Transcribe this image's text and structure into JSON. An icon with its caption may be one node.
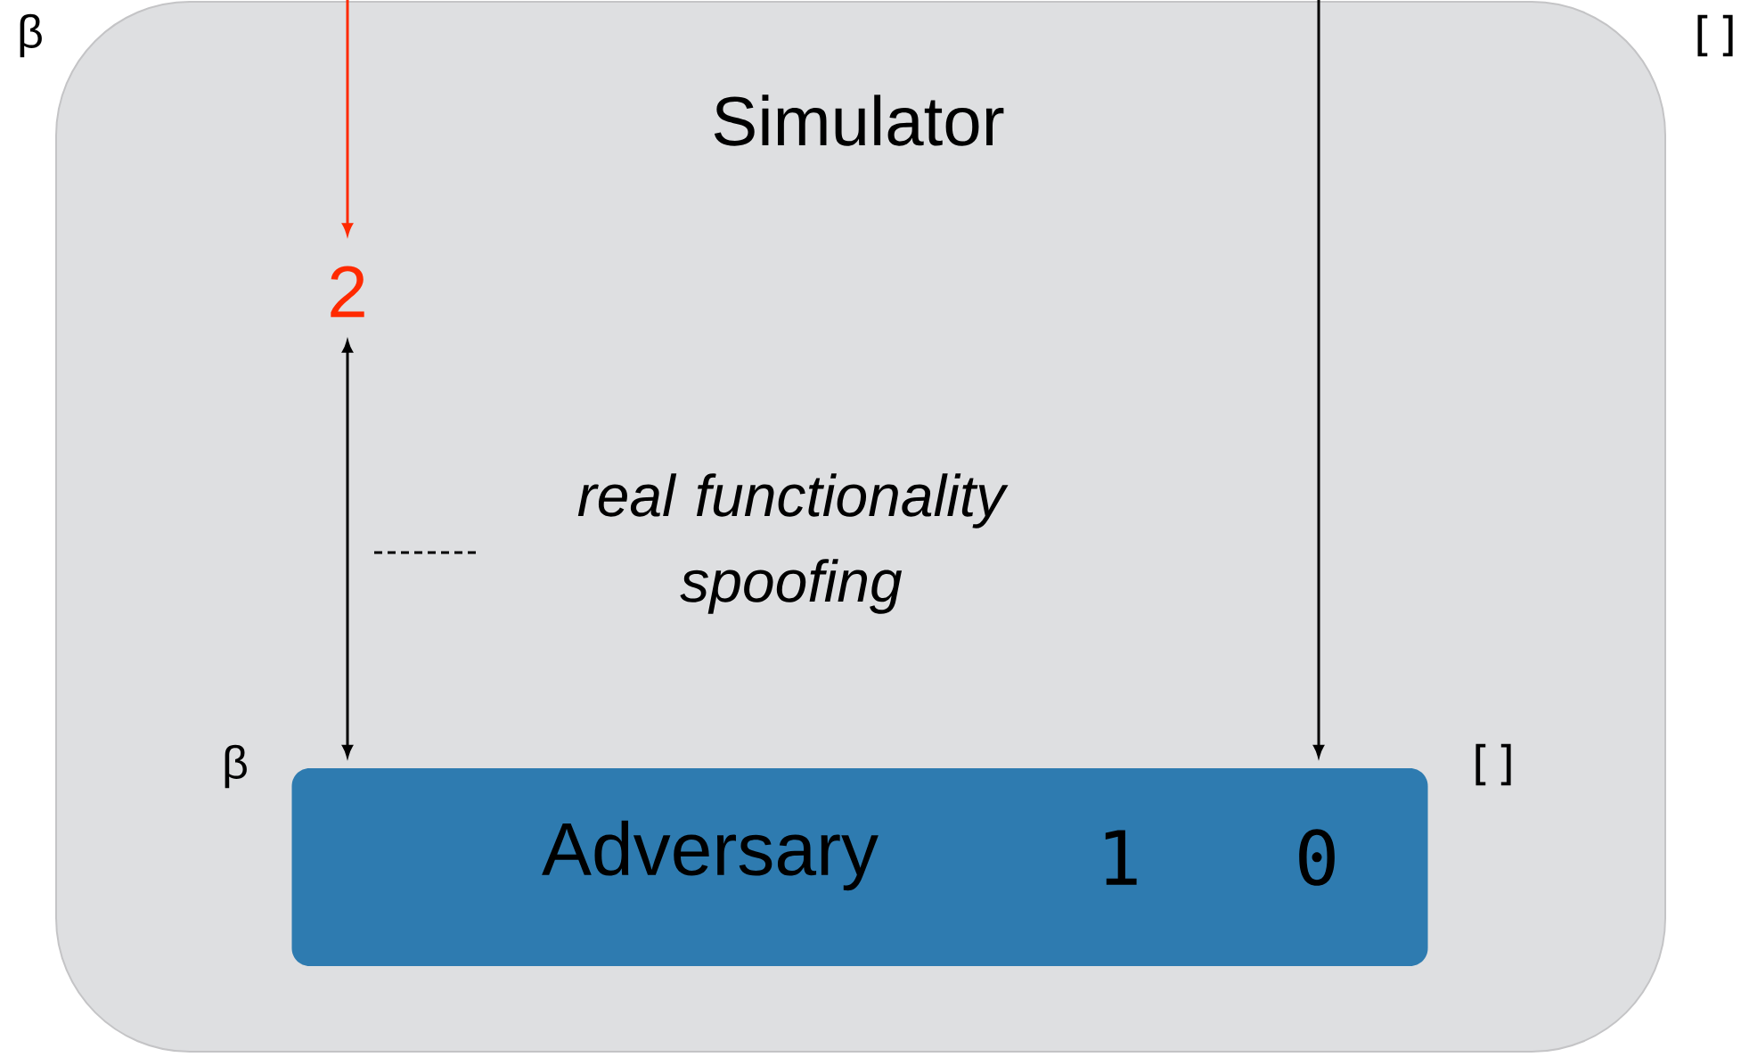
{
  "diagram": {
    "nodes": [
      {
        "text": [
          "Simulator"
        ]
      },
      {
        "text": [
          "2"
        ],
        "in": 0
      },
      {
        "text": [
          "Adversary",
          "1",
          "0"
        ],
        "in": 0
      }
    ],
    "edges": [
      {
        "from": null,
        "to": 1,
        "arrow": "to",
        "color": "#ff2a00"
      },
      {
        "from": 1,
        "to": 2,
        "arrow": "both"
      },
      {
        "from": null,
        "to": 2,
        "arrow": "to"
      }
    ],
    "labels": [
      "β",
      "[]",
      "real functionality spoofing",
      "β",
      "[]"
    ]
  }
}
